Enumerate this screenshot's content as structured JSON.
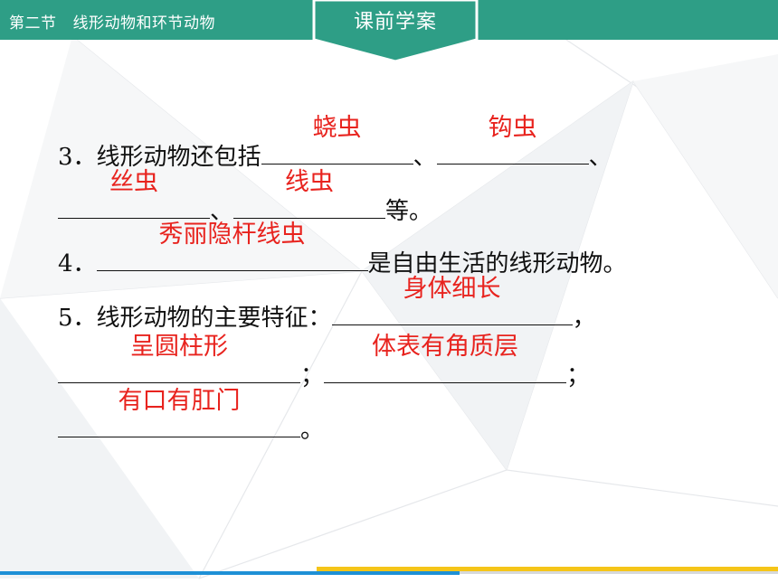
{
  "header": {
    "section": "第二节",
    "title": "线形动物和环节动物",
    "badge": "课前学案"
  },
  "q3": {
    "number": "3．",
    "text": "线形动物还包括",
    "sep": "、",
    "end": "等。",
    "answers": [
      "蛲虫",
      "钩虫",
      "丝虫",
      "线虫"
    ]
  },
  "q4": {
    "number": "4．",
    "answer": "秀丽隐杆线虫",
    "text": "是自由生活的线形动物。"
  },
  "q5": {
    "number": "5．",
    "text": "线形动物的主要特征：",
    "comma": "，",
    "semi": "；",
    "end": "。",
    "answers": [
      "身体细长",
      "呈圆柱形",
      "体表有角质层",
      "有口有肛门"
    ]
  },
  "colors": {
    "header_green": "#2e9e86",
    "answer_red": "#e8231e",
    "footer_blue": "#1e90d6",
    "footer_yellow": "#f5c518"
  }
}
